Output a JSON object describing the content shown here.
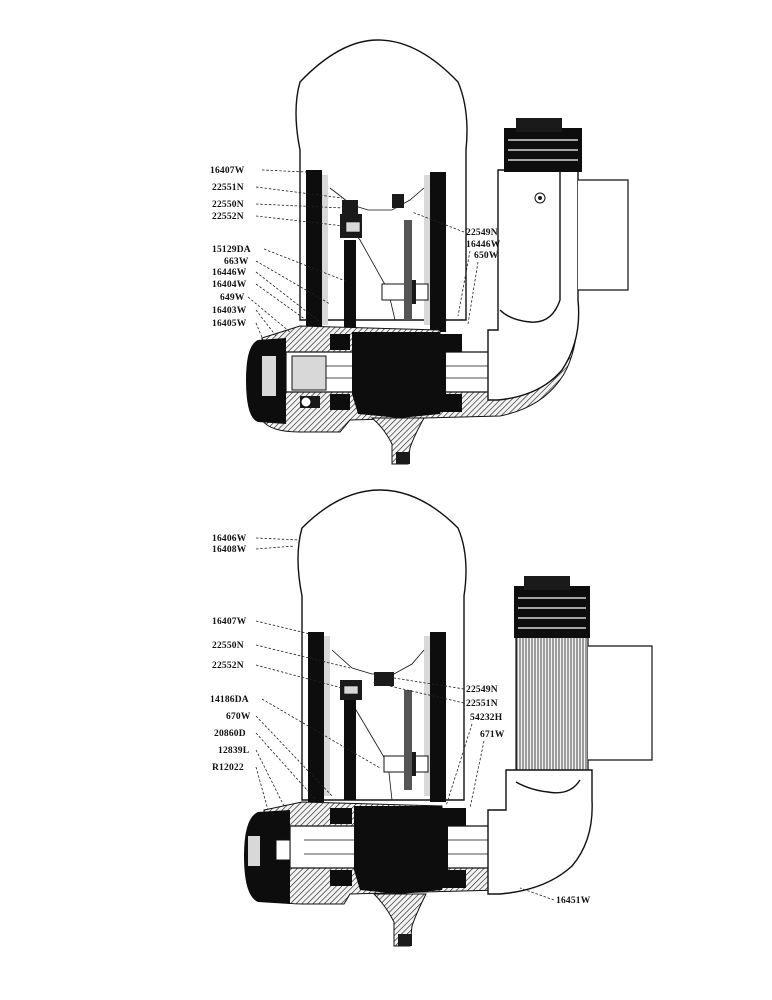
{
  "top_labels": [
    "16407W",
    "22551N",
    "22550N",
    "22552N",
    "15129DA",
    "663W",
    "16446W",
    "16404W",
    "649W",
    "16403W",
    "16405W",
    "22549N",
    "16446W",
    "650W"
  ],
  "bottom_labels": [
    "16406W",
    "16408W",
    "16407W",
    "22550N",
    "22552N",
    "14186DA",
    "670W",
    "20860D",
    "12839L",
    "R12022",
    "22549N",
    "22551N",
    "54232H",
    "671W",
    "16451W"
  ]
}
